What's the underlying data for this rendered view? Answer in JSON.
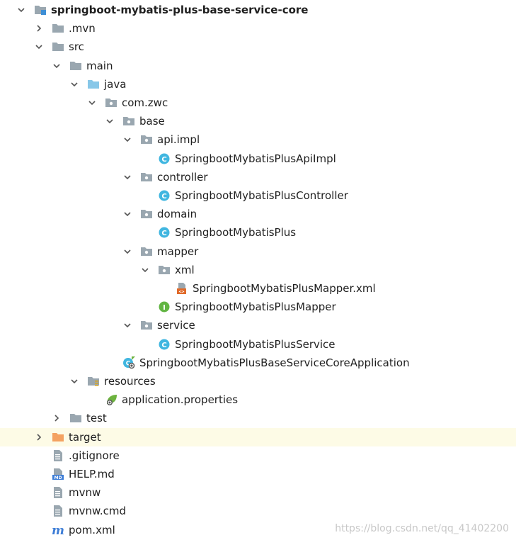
{
  "tree": {
    "nodes": [
      {
        "label": "springboot-mybatis-plus-base-service-core",
        "depth": 0,
        "icon": "module-folder-icon",
        "expanded": true,
        "bold": true
      },
      {
        "label": ".mvn",
        "depth": 1,
        "icon": "folder-icon",
        "expanded": false
      },
      {
        "label": "src",
        "depth": 1,
        "icon": "folder-icon",
        "expanded": true
      },
      {
        "label": "main",
        "depth": 2,
        "icon": "folder-icon",
        "expanded": true
      },
      {
        "label": "java",
        "depth": 3,
        "icon": "source-root-folder-icon",
        "expanded": true
      },
      {
        "label": "com.zwc",
        "depth": 4,
        "icon": "package-icon",
        "expanded": true
      },
      {
        "label": "base",
        "depth": 5,
        "icon": "package-icon",
        "expanded": true
      },
      {
        "label": "api.impl",
        "depth": 6,
        "icon": "package-icon",
        "expanded": true
      },
      {
        "label": "SpringbootMybatisPlusApiImpl",
        "depth": 7,
        "icon": "java-class-icon"
      },
      {
        "label": "controller",
        "depth": 6,
        "icon": "package-icon",
        "expanded": true
      },
      {
        "label": "SpringbootMybatisPlusController",
        "depth": 7,
        "icon": "java-class-icon"
      },
      {
        "label": "domain",
        "depth": 6,
        "icon": "package-icon",
        "expanded": true
      },
      {
        "label": "SpringbootMybatisPlus",
        "depth": 7,
        "icon": "java-class-icon"
      },
      {
        "label": "mapper",
        "depth": 6,
        "icon": "package-icon",
        "expanded": true
      },
      {
        "label": "xml",
        "depth": 7,
        "icon": "package-icon",
        "expanded": true
      },
      {
        "label": "SpringbootMybatisPlusMapper.xml",
        "depth": 8,
        "icon": "xml-file-icon"
      },
      {
        "label": "SpringbootMybatisPlusMapper",
        "depth": 7,
        "icon": "java-interface-icon"
      },
      {
        "label": "service",
        "depth": 6,
        "icon": "package-icon",
        "expanded": true
      },
      {
        "label": "SpringbootMybatisPlusService",
        "depth": 7,
        "icon": "java-class-icon"
      },
      {
        "label": "SpringbootMybatisPlusBaseServiceCoreApplication",
        "depth": 5,
        "icon": "spring-boot-app-icon"
      },
      {
        "label": "resources",
        "depth": 3,
        "icon": "resources-folder-icon",
        "expanded": true
      },
      {
        "label": "application.properties",
        "depth": 4,
        "icon": "spring-properties-icon"
      },
      {
        "label": "test",
        "depth": 2,
        "icon": "folder-icon",
        "expanded": false
      },
      {
        "label": "target",
        "depth": 1,
        "icon": "excluded-folder-icon",
        "expanded": false,
        "highlighted": true
      },
      {
        "label": ".gitignore",
        "depth": 1,
        "icon": "text-file-icon"
      },
      {
        "label": "HELP.md",
        "depth": 1,
        "icon": "markdown-file-icon"
      },
      {
        "label": "mvnw",
        "depth": 1,
        "icon": "text-file-icon"
      },
      {
        "label": "mvnw.cmd",
        "depth": 1,
        "icon": "text-file-icon"
      },
      {
        "label": "pom.xml",
        "depth": 1,
        "icon": "maven-pom-icon"
      }
    ]
  },
  "watermark": "https://blog.csdn.net/qq_41402200",
  "colors": {
    "folder": "#9aa7b0",
    "source_root": "#87c7e8",
    "excluded_folder": "#f4a261",
    "java_class": "#40b6e0",
    "java_interface": "#62b543",
    "spring": "#6db33f",
    "xml_badge": "#e06a2a",
    "maven": "#3d7dd6",
    "row_highlight": "#fdfbe6"
  }
}
